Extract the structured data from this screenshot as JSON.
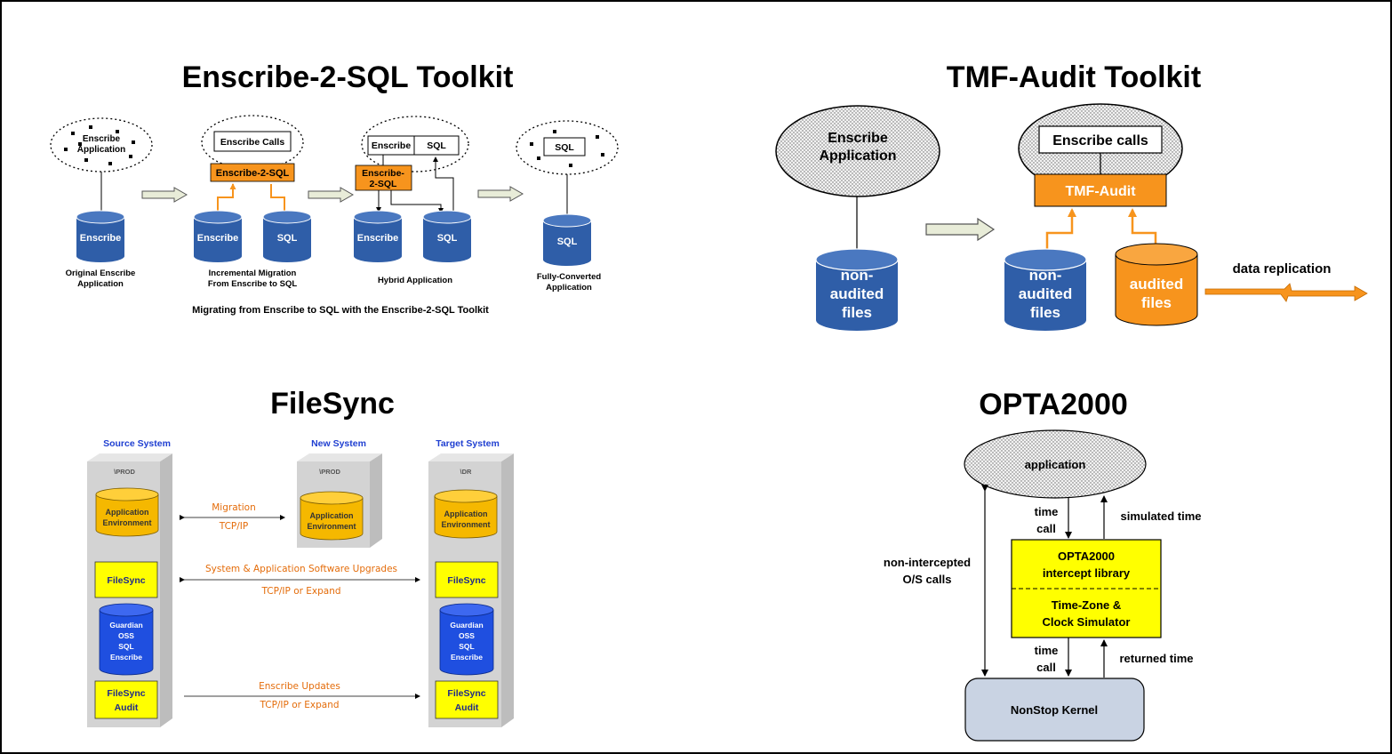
{
  "panels": {
    "enscribe2sql": {
      "title": "Enscribe-2-SQL Toolkit",
      "caption": "Migrating from Enscribe to SQL with the Enscribe-2-SQL Toolkit",
      "stage1": {
        "app": [
          "Enscribe",
          "Application"
        ],
        "db": "Enscribe",
        "label": [
          "Original Enscribe",
          "Application"
        ]
      },
      "stage2": {
        "calls": "Enscribe Calls",
        "tool": "Enscribe-2-SQL",
        "db1": "Enscribe",
        "db2": "SQL",
        "label": [
          "Incremental Migration",
          "From Enscribe to SQL"
        ]
      },
      "stage3": {
        "calls1": "Enscribe",
        "calls2": "SQL",
        "tool": [
          "Enscribe-",
          "2-SQL"
        ],
        "db1": "Enscribe",
        "db2": "SQL",
        "label": "Hybrid Application"
      },
      "stage4": {
        "calls": "SQL",
        "db": "SQL",
        "label": [
          "Fully-Converted",
          "Application"
        ]
      }
    },
    "tmfaudit": {
      "title": "TMF-Audit Toolkit",
      "app": [
        "Enscribe",
        "Application"
      ],
      "db_left": [
        "non-",
        "audited",
        "files"
      ],
      "calls": "Enscribe calls",
      "tool": "TMF-Audit",
      "db_mid": [
        "non-",
        "audited",
        "files"
      ],
      "db_right": [
        "audited",
        "files"
      ],
      "replication": "data replication"
    },
    "filesync": {
      "title": "FileSync",
      "source": {
        "header": "Source System",
        "node": "\\PROD",
        "app_env": [
          "Application",
          "Environment"
        ],
        "filesync": "FileSync",
        "db": [
          "Guardian",
          "OSS",
          "SQL",
          "Enscribe"
        ],
        "audit": [
          "FileSync",
          "Audit"
        ]
      },
      "new": {
        "header": "New System",
        "node": "\\PROD",
        "app_env": [
          "Application",
          "Environment"
        ]
      },
      "target": {
        "header": "Target System",
        "node": "\\DR",
        "app_env": [
          "Application",
          "Environment"
        ],
        "filesync": "FileSync",
        "db": [
          "Guardian",
          "OSS",
          "SQL",
          "Enscribe"
        ],
        "audit": [
          "FileSync",
          "Audit"
        ]
      },
      "link1": [
        "Migration",
        "TCP/IP"
      ],
      "link2": [
        "System & Application Software Upgrades",
        "TCP/IP or Expand"
      ],
      "link3": [
        "Enscribe Updates",
        "TCP/IP or Expand"
      ]
    },
    "opta": {
      "title": "OPTA2000",
      "app": "application",
      "time_call_top": [
        "time",
        "call"
      ],
      "simulated": "simulated time",
      "lib": [
        "OPTA2000",
        "intercept library"
      ],
      "sim": [
        "Time-Zone &",
        "Clock Simulator"
      ],
      "time_call_bottom": [
        "time",
        "call"
      ],
      "returned": "returned time",
      "nonint": [
        "non-intercepted",
        "O/S calls"
      ],
      "kernel": "NonStop Kernel"
    }
  },
  "colors": {
    "blue": "#2f5ea8",
    "orange": "#f7941d",
    "yellow": "#ffff00",
    "kernel": "#c9d3e3",
    "text_orange": "#e46c0a",
    "text_blue": "#1f3fd1"
  }
}
